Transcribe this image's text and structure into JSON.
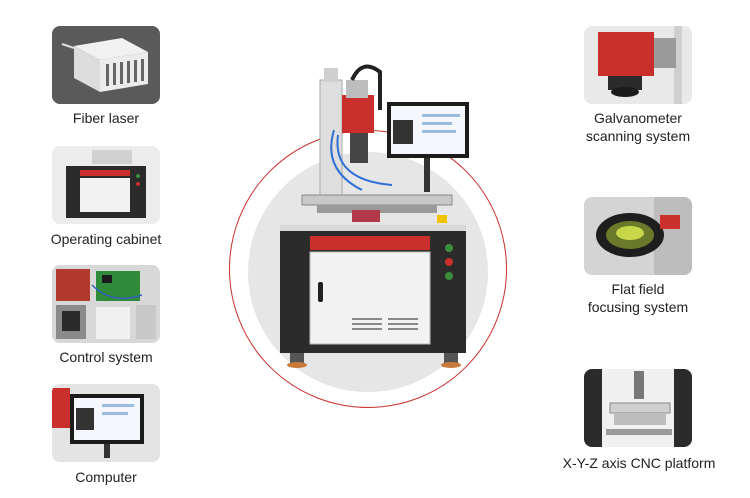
{
  "components_left": [
    {
      "label": "Fiber laser",
      "icon": "fiber-laser-image"
    },
    {
      "label": "Operating cabinet",
      "icon": "operating-cabinet-image"
    },
    {
      "label": "Control system",
      "icon": "control-system-image"
    },
    {
      "label": "Computer",
      "icon": "computer-image"
    }
  ],
  "components_right": [
    {
      "label_line1": "Galvanometer",
      "label_line2": "scanning system",
      "icon": "galvanometer-image"
    },
    {
      "label_line1": "Flat field",
      "label_line2": "focusing system",
      "icon": "flat-field-lens-image"
    },
    {
      "label_line1": "X-Y-Z axis CNC platform",
      "label_line2": "",
      "icon": "cnc-platform-image"
    }
  ],
  "colors": {
    "accent_red": "#c9302c",
    "machine_body": "#2b2b2b",
    "panel_white": "#f2f2f2",
    "thumb_bg": "#e9e9e9"
  }
}
